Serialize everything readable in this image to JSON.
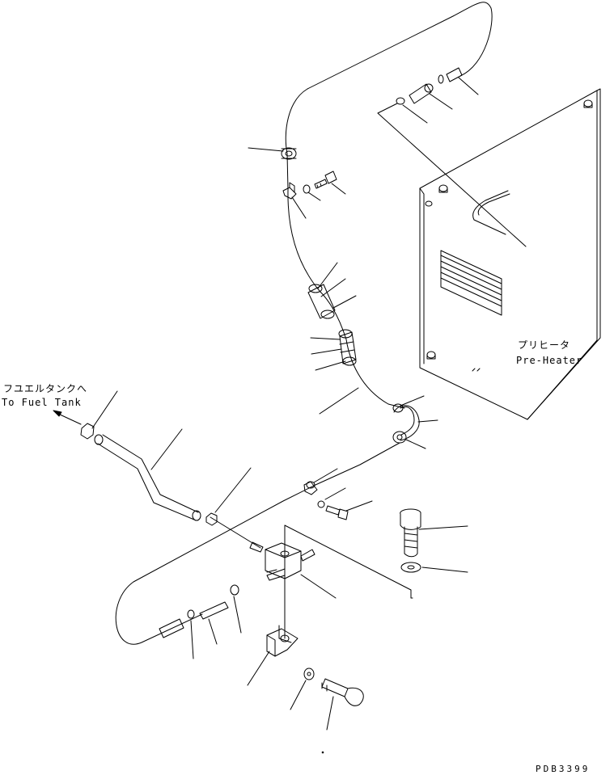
{
  "labels": {
    "preheater_jp": "プリヒータ",
    "preheater_en": "Pre-Heater",
    "fuel_tank_jp": "フユエルタンクへ",
    "fuel_tank_en": "To Fuel Tank",
    "drawing_code": "PDB3399"
  },
  "colors": {
    "line": "#000000",
    "background": "#ffffff"
  }
}
